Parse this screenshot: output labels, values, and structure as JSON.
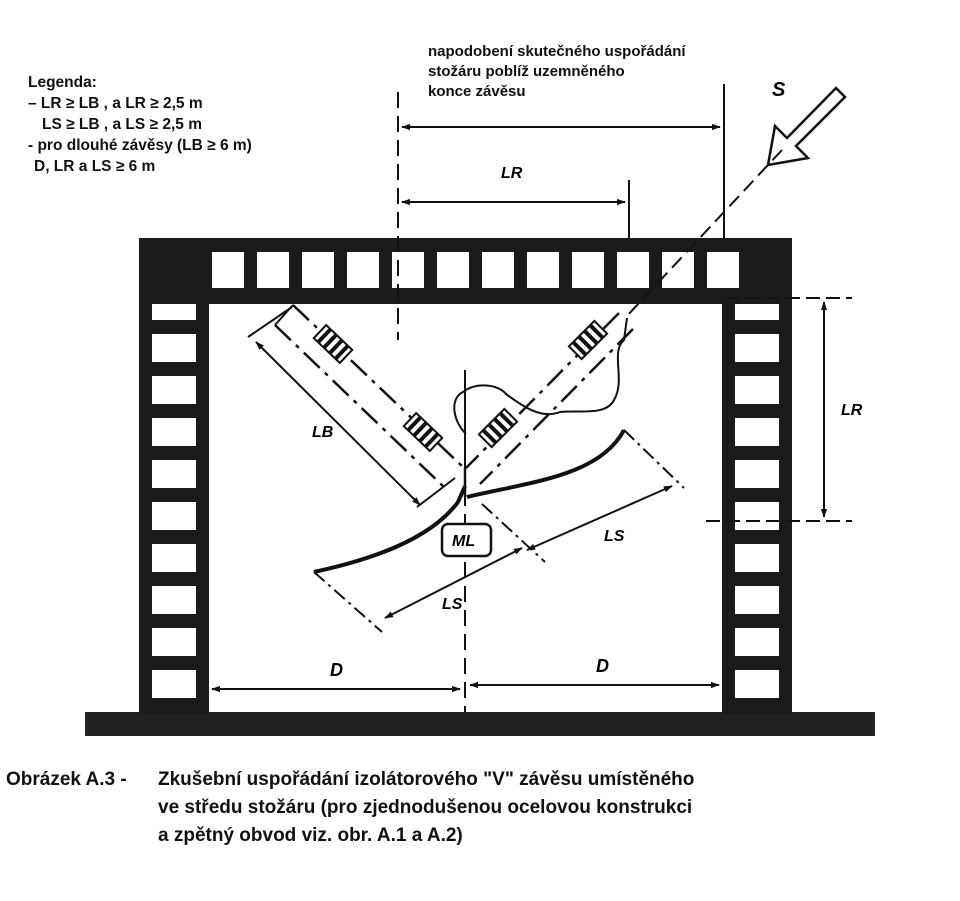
{
  "legend": {
    "title": "Legenda:",
    "line1": "– LR ≥ LB , a  LR ≥ 2,5 m",
    "line2": "LS ≥ LB , a  LS ≥ 2,5 m",
    "line3": "- pro dlouhé závěsy  (LB ≥ 6 m)",
    "line4": "D, LR  a   LS ≥ 6 m"
  },
  "note": {
    "line1": "napodobení skutečného uspořádání",
    "line2": "stožáru poblíž uzemněného",
    "line3": "konce závěsu"
  },
  "labels": {
    "s": "S",
    "lr_top": "LR",
    "lr_right": "LR",
    "lb": "LB",
    "ml": "ML",
    "ls_right": "LS",
    "ls_left": "LS",
    "d_left": "D",
    "d_right": "D"
  },
  "caption": {
    "prefix": "Obrázek A.3 -",
    "line1": "Zkušební uspořádání izolátorového \"V\" závěsu umístěného",
    "line2": "ve středu stožáru (pro zjednodušenou ocelovou konstrukci",
    "line3": "a zpětný obvod viz. obr. A.1 a A.2)"
  }
}
